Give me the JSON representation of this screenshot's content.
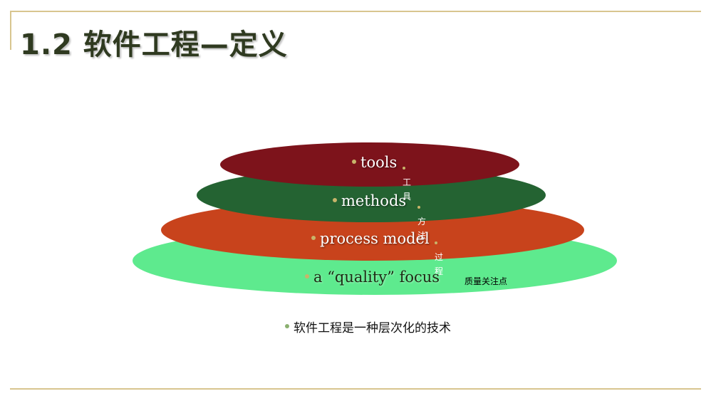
{
  "slide": {
    "title": "1.2 软件工程—定义",
    "footer": "软件工程是一种层次化的技术"
  },
  "layers": {
    "tools": {
      "label": "tools",
      "note": "工具",
      "color": "#7d131b"
    },
    "methods": {
      "label": "methods",
      "note": "方法",
      "color": "#246332"
    },
    "process": {
      "label": "process model",
      "note": "过程",
      "color": "#c8431c"
    },
    "quality": {
      "label": "a “quality” focus",
      "note": "质量关注点",
      "color": "#5eea8e"
    }
  },
  "colors": {
    "rule": "#d8c58f",
    "title": "#2f3a20"
  }
}
